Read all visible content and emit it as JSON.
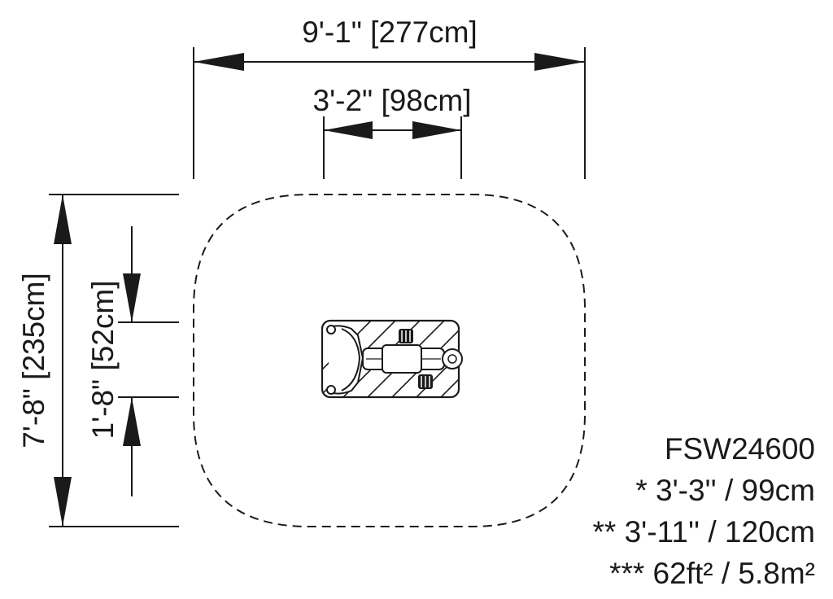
{
  "dimensions": {
    "overall_width": "9'-1\" [277cm]",
    "unit_width": "3'-2\" [98cm]",
    "overall_depth": "7'-8\" [235cm]",
    "unit_depth": "1'-8\" [52cm]"
  },
  "spec": {
    "model": "FSW24600",
    "line1": "* 3'-3'' / 99cm",
    "line2": "** 3'-11'' / 120cm",
    "line3": "*** 62ft² / 5.8m²"
  },
  "colors": {
    "ink": "#1a1a1a",
    "background": "#ffffff"
  }
}
